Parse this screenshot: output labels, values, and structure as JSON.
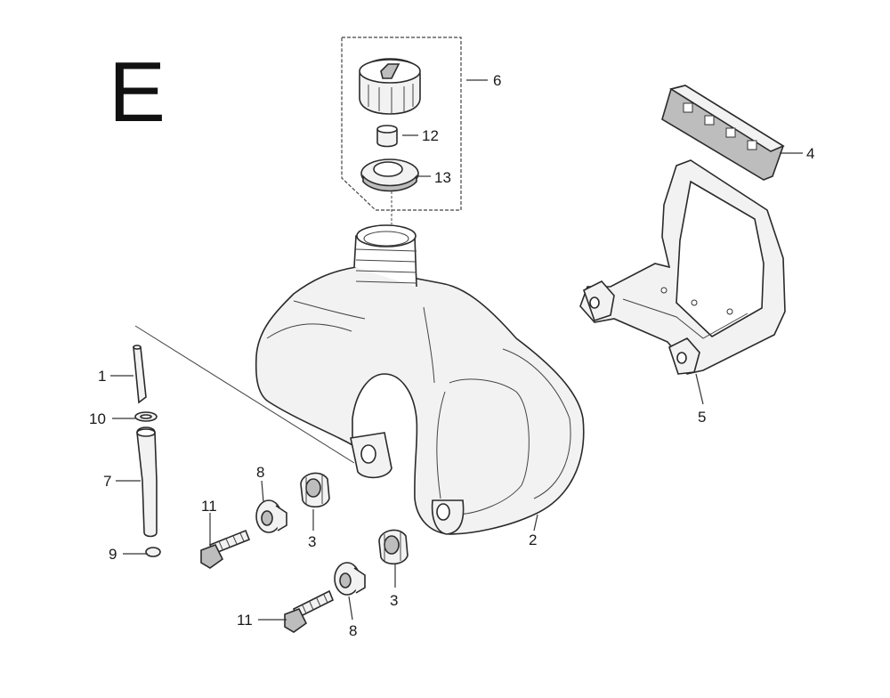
{
  "section_letter": "E",
  "callouts": {
    "c1": "1",
    "c2": "2",
    "c3a": "3",
    "c3b": "3",
    "c4": "4",
    "c5": "5",
    "c6": "6",
    "c7": "7",
    "c8a": "8",
    "c8b": "8",
    "c9": "9",
    "c10": "10",
    "c11a": "11",
    "c11b": "11",
    "c12": "12",
    "c13": "13"
  }
}
